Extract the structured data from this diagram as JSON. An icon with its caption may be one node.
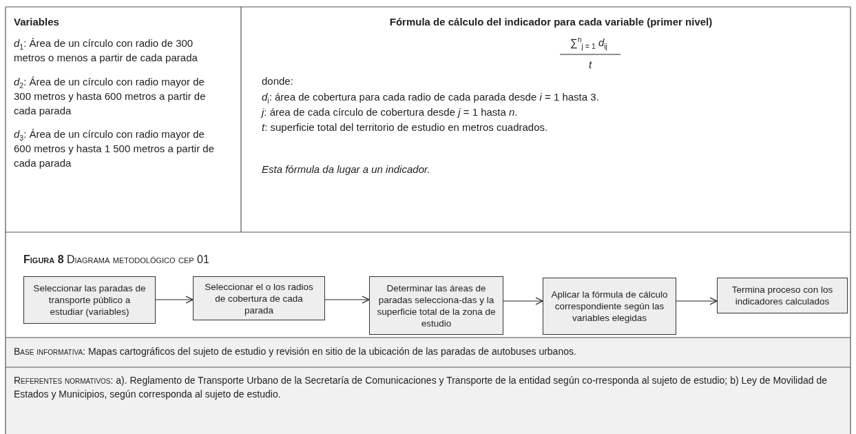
{
  "diagram": {
    "title": "**Figura 8** Diagrama metodológico cep 01",
    "nodes": [
      {
        "text": [
          "Seleccionar las paradas de transporte público a estudiar (variables)"
        ]
      },
      {
        "text": [
          "Seleccionar el o los radios de cobertura de cada parada"
        ]
      },
      {
        "text": [
          "Determinar las áreas de paradas selecciona-das y la superficie total de la zona de estudio"
        ]
      },
      {
        "text": [
          "Aplicar la fórmula de cálculo correspondiente según las variables elegidas"
        ]
      },
      {
        "text": [
          "Termina proceso con los indicadores calculados"
        ]
      }
    ],
    "edges": [
      {
        "from": 0,
        "to": 1,
        "arrow": "to"
      },
      {
        "from": 1,
        "to": 2,
        "arrow": "to"
      },
      {
        "from": 2,
        "to": 3,
        "arrow": "to"
      },
      {
        "from": 3,
        "to": 4,
        "arrow": "to"
      }
    ],
    "labels": [
      "Variables",
      "*d*$_{1}$: Área de un círculo con radio de 300 metros o menos a partir de cada parada",
      "*d*$_{2}$: Área de un círculo con radio mayor de 300 metros y hasta 600 metros a partir de cada parada",
      "*d*$_{3}$: Área de un círculo con radio mayor de 600 metros y hasta 1 500 metros a partir de cada parada",
      "Fórmula de cálculo del indicador para cada variable (primer nivel)",
      "∑$^{n}$$_{j = 1}$ *d*$_{ij}$",
      "*t*",
      "donde:",
      "*d*$_{i}$: área de cobertura para cada radio de cada parada desde *i* = 1 hasta 3.",
      "*j*: área de cada círculo de cobertura desde *j* = 1 hasta *n*.",
      "*t*: superficie total del territorio de estudio en metros cuadrados.",
      "Esta fórmula da lugar a un indicador.",
      "Base informativa:",
      "Mapas cartográficos del sujeto de estudio y revisión en sitio de la ubicación de las paradas de autobuses urbanos.",
      "Referentes normativos:",
      "a). Reglamento de Transporte Urbano de la Secretaría de Comunicaciones y Transporte de la entidad según co-rresponda al sujeto de estudio; b) Ley de Movilidad de Estados y Municipios, según corresponda al sujeto de estudio."
    ]
  }
}
